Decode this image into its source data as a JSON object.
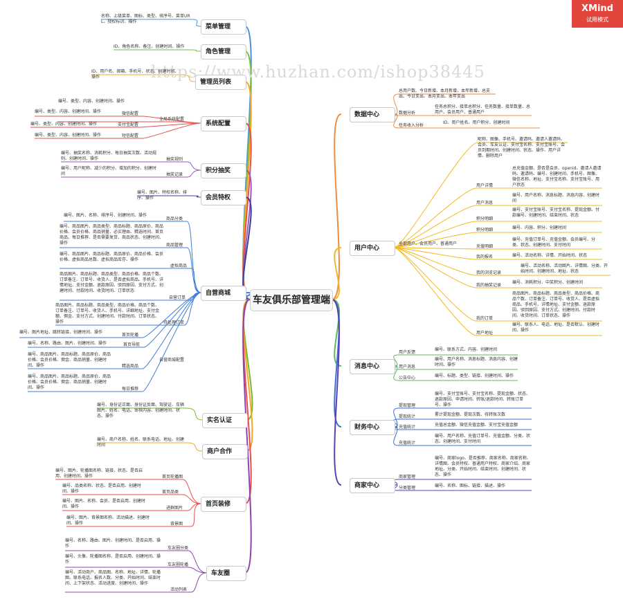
{
  "brand": {
    "name": "XMind",
    "trial": "试用模式"
  },
  "watermark": "https://www.huzhan.com/ishop38445",
  "center": "车友俱乐部管理端",
  "colors": {
    "menu": "#4a90d9",
    "role": "#76c043",
    "admin": "#f5a623",
    "system": "#e94e4e",
    "points": "#9b59b6",
    "vip": "#3a3f9e",
    "mall": "#3b7dd8",
    "verify": "#76b82a",
    "partner": "#f5a623",
    "decor": "#e94e4e",
    "circle": "#8e44ad",
    "data": "#f08a3c",
    "user": "#f5b820",
    "msg": "#5cb85c",
    "finance": "#3b6fd1",
    "merchant": "#5a3fb5"
  },
  "left": [
    {
      "key": "menu",
      "label": "菜单管理",
      "subs": [
        {
          "label": "",
          "leaf": "名称、上级菜单、图标、类型、排序号、菜单URL、授权标识、操作"
        }
      ]
    },
    {
      "key": "role",
      "label": "角色管理",
      "subs": [
        {
          "label": "",
          "leaf": "ID、角色名称、备注、创建时间、操作"
        }
      ]
    },
    {
      "key": "admin",
      "label": "管理员列表",
      "subs": [
        {
          "label": "",
          "leaf": "ID、用户名、邮箱、手机号、状态、创建时间、操作"
        }
      ]
    },
    {
      "key": "system",
      "label": "系统配置",
      "subs": [
        {
          "label": "全局系统配置",
          "leaf": "编号、类型、内容、创建时间、操作"
        },
        {
          "label": "微信配置",
          "leaf": "编号、类型、内容、创建时间、操作"
        },
        {
          "label": "支付宝配置",
          "leaf": "编号、类型、内容、创建时间、操作"
        },
        {
          "label": "短信配置",
          "leaf": "编号、类型、内容、创建时间、操作"
        }
      ]
    },
    {
      "key": "points",
      "label": "积分抽奖",
      "subs": [
        {
          "label": "抽奖规则",
          "leaf": "编号、抽奖名称、消耗积分、每日抽奖次数、活动规则、创建时间、操作"
        },
        {
          "label": "抽奖记录",
          "leaf": "编号、用户昵称、减少的积分、增加的积分、创建时间"
        }
      ]
    },
    {
      "key": "vip",
      "label": "会员特权",
      "subs": [
        {
          "label": "",
          "leaf": "编号、图片、特权名称、排序、操作"
        }
      ]
    },
    {
      "key": "mall",
      "label": "自营商城",
      "subs": [
        {
          "label": "商品分类",
          "leaf": "编号、图片、名称、排序号、创建时间、操作"
        },
        {
          "label": "商品管理",
          "leaf": "编号、商品图片、商品类型、商品标题、商品原价、商品价格、会员价格、商品销量、必买理由、精选时间、首页商品、每日推荐、是否需要发货、商品状态、创建时间、操作"
        },
        {
          "label": "虚拟商品",
          "leaf": "编号、商品图片、商品标题、商品原价、商品价格、会员价格、虚拟商品总数、虚拟商品库存、操作"
        },
        {
          "label": "自营订单",
          "leaf": "商品图片、商品标题、商品类型、商品价格、商品个数、订单备注、订单号、收货人、是否虚拟商品、手机号、详情地址、支付金额、退款原因、驳回原因、支付方式、创建时间、付款时间、收货时间、订单状态"
        },
        {
          "label": "待处理订单",
          "leaf": "商品图片、商品标题、商品类型、商品价格、商品个数、订单备注、订单号、收货人、手机号、详细地址、支付金额、佣金、支付方式、创建时间、付款时间、订单状态、操作"
        },
        {
          "label": "首页轮播",
          "leaf": "编号、图片地址、跳转链接、创建时间、操作"
        },
        {
          "label": "首页导航",
          "leaf": "编号、名称、路由、图片、创建时间、操作"
        },
        {
          "label": "精选商品",
          "leaf": "编号、商品图片、商品标题、商品原价、商品价格、会员价格、佣金、商品销量、创建时间、操作"
        },
        {
          "label": "每日推荐",
          "leaf": "编号、商品图片、商品标题、商品原价、商品价格、会员价格、佣金、商品销量、创建时间、操作"
        }
      ],
      "group": "自营商城配置"
    },
    {
      "key": "verify",
      "label": "实名认证",
      "subs": [
        {
          "label": "",
          "leaf": "编号、身份证正面、身份证反面、驾驶证、车辆图片、姓名、电话、审核内容、创建时间、状态、操作"
        }
      ]
    },
    {
      "key": "partner",
      "label": "商户合作",
      "subs": [
        {
          "label": "",
          "leaf": "编号、商户名称、姓名、联系电话、地址、创建时间"
        }
      ]
    },
    {
      "key": "decor",
      "label": "首页装修",
      "subs": [
        {
          "label": "首页轮播图",
          "leaf": "编号、图片、轮播图名称、链接、状态、是否启用、创建时间、操作"
        },
        {
          "label": "首页品类",
          "leaf": "编号、品类名称、状态、是否启用、创建时间、操作"
        },
        {
          "label": "进群图片",
          "leaf": "编号、图片、名称、会员、是否启用、创建时间、操作"
        },
        {
          "label": "背景图",
          "leaf": "编号、图片、背景图名称、活动描述、创建时间、操作"
        }
      ]
    },
    {
      "key": "circle",
      "label": "车友圈",
      "subs": [
        {
          "label": "车友圈分类",
          "leaf": "编号、名称、路由、图片、创建时间、是否启用、操作"
        },
        {
          "label": "车友圈轮播",
          "leaf": "编号、头像、轮播图名称、是否启用、创建时间、操作"
        },
        {
          "label": "活动列表",
          "leaf": "编号、活动商户、商品图、名称、地址、详情、轮播图、联系电话、报名人数、分类、开始时间、结束时间、上下架状态、活动进度、创建时间、操作"
        }
      ]
    }
  ],
  "right": [
    {
      "key": "data",
      "label": "数据中心",
      "subs": [
        {
          "label": "",
          "leaf": "总用户数、今日新增、本月新增、本年新增、总支出、今日支出、本月支出、本年支出"
        },
        {
          "label": "数据分析",
          "leaf": "任务总积分、接单总积分、任务数量、接单数量、总用户、会员用户、普通用户"
        },
        {
          "label": "任务收入分析",
          "leaf": "ID、用户姓名、用户积分、创建时间"
        }
      ]
    },
    {
      "key": "user",
      "label": "用户中心",
      "group": "全部用户、会员用户、普通用户",
      "subs": [
        {
          "label": "",
          "leaf": "昵称、图像、手机号、邀请码、邀请人邀请码、会员、车友认证、支付宝名称、支付宝账号、会员到期时间、创建时间、状态、操作、用户详情、删除用户"
        },
        {
          "label": "用户详情",
          "leaf": "总充值金额、是否是会员、openid、邀请人邀请码、邀请码、编号、创建时间、手机号、图像、微信名称、地址、支付宝名称、支付宝账号、用户状态"
        },
        {
          "label": "用户消息",
          "leaf": "编号、用户名称、消息标题、消息内容、创建时间"
        },
        {
          "label": "积分明细",
          "leaf": "编号、支付宝账号、支付宝名称、提现金额、付款编号、创建时间、结束时间、状态"
        },
        {
          "label": "积分明细",
          "leaf": "编号、内容、积分、创建时间"
        },
        {
          "label": "充值明细",
          "leaf": "编号、充值订单号、充值金额、会员编号、分类、状态、创建时间、支付时间"
        },
        {
          "label": "我的报名",
          "leaf": "编号、活动名称、详情、开始时间、状态"
        },
        {
          "label": "我的浏览记录",
          "leaf": "编号、活动名称、活动图片、详情图、分类、开始时间、创建时间、地址、状态"
        },
        {
          "label": "我的抽奖记录",
          "leaf": "编号、消耗积分、中奖积分、创建时间"
        },
        {
          "label": "我的订单",
          "leaf": "商品图片、商品标题、商品类型、商品价格、商品个数、订单备注、订单号、收货人、是否虚拟商品、手机号、详情地址、支付金额、退款原因、驳回原因、支付方式、创建时间、付款时间、收货时间、订单状态、操作"
        },
        {
          "label": "用户地址",
          "leaf": "编号、联系人、电话、地址、是否默认、创建时间、操作"
        }
      ]
    },
    {
      "key": "msg",
      "label": "消息中心",
      "subs": [
        {
          "label": "用户反馈",
          "leaf": "编号、联系方式、内容、创建时间"
        },
        {
          "label": "用户消息",
          "leaf": "编号、用户名称、消息标题、消息内容、创建时间、操作"
        },
        {
          "label": "公告中心",
          "leaf": "编号、标题、类型、链接、创建时间、操作"
        }
      ]
    },
    {
      "key": "finance",
      "label": "财务中心",
      "subs": [
        {
          "label": "提现管理",
          "leaf": "编号、支付宝账号、支付宝名称、提现金额、状态、退款原因、申请时间、转账/退款时间、转账订单号、操作"
        },
        {
          "label": "提现统计",
          "leaf": "累计提现金额、提现次数、待转账次数"
        },
        {
          "label": "充值统计",
          "leaf": "充值总金额、微信充值金额、支付宝充值金额"
        },
        {
          "label": "充值统计",
          "leaf": "编号、用户名称、充值订单号、充值金额、分类、状态、创建时间、支付时间"
        }
      ]
    },
    {
      "key": "merchant",
      "label": "商家中心",
      "subs": [
        {
          "label": "商家管理",
          "leaf": "编号、商家logo、是否推荐、商家名称、商家名称、详情图、会员特权、普通用户特权、商家介绍、商家地址、分类、开始时间、结束时间、创建时间、状态、操作"
        },
        {
          "label": "分类管理",
          "leaf": "编号、名称、图标、链接、描述、操作"
        }
      ]
    }
  ]
}
